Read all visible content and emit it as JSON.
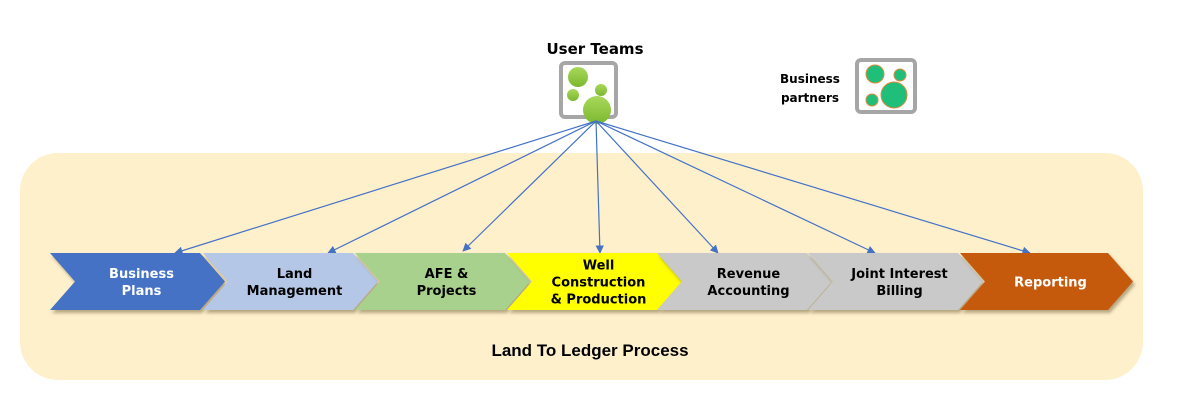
{
  "diagram": {
    "user_teams": {
      "label": "User Teams",
      "icon": "people-group-icon",
      "circle_color": "#8DC63F",
      "frame_color": "#A6A6A6"
    },
    "business_partners": {
      "label_line1": "Business",
      "label_line2": "partners",
      "icon": "partners-group-icon",
      "circle_color": "#1FBF7A",
      "circle_stroke": "#E08A3C",
      "frame_color": "#A6A6A6"
    },
    "process": {
      "label": "Land To Ledger Process",
      "panel_color": "#FFF0CC",
      "steps": [
        {
          "id": "business-plans",
          "lines": [
            "Business",
            "Plans"
          ],
          "fill": "#4472C4",
          "text_color": "#FFFFFF"
        },
        {
          "id": "land-management",
          "lines": [
            "Land",
            "Management"
          ],
          "fill": "#B4C7E7",
          "text_color": "#000000"
        },
        {
          "id": "afe-projects",
          "lines": [
            "AFE &",
            "Projects"
          ],
          "fill": "#A9D18E",
          "text_color": "#000000"
        },
        {
          "id": "well-construction",
          "lines": [
            "Well",
            "Construction",
            "& Production"
          ],
          "fill": "#FFFF00",
          "text_color": "#000000"
        },
        {
          "id": "revenue-accounting",
          "lines": [
            "Revenue",
            "Accounting"
          ],
          "fill": "#C9C9C9",
          "text_color": "#000000"
        },
        {
          "id": "joint-interest-billing",
          "lines": [
            "Joint Interest",
            "Billing"
          ],
          "fill": "#C9C9C9",
          "text_color": "#000000"
        },
        {
          "id": "reporting",
          "lines": [
            "Reporting"
          ],
          "fill": "#C55A11",
          "text_color": "#FFFFFF"
        }
      ]
    },
    "connector_color": "#4472C4"
  }
}
